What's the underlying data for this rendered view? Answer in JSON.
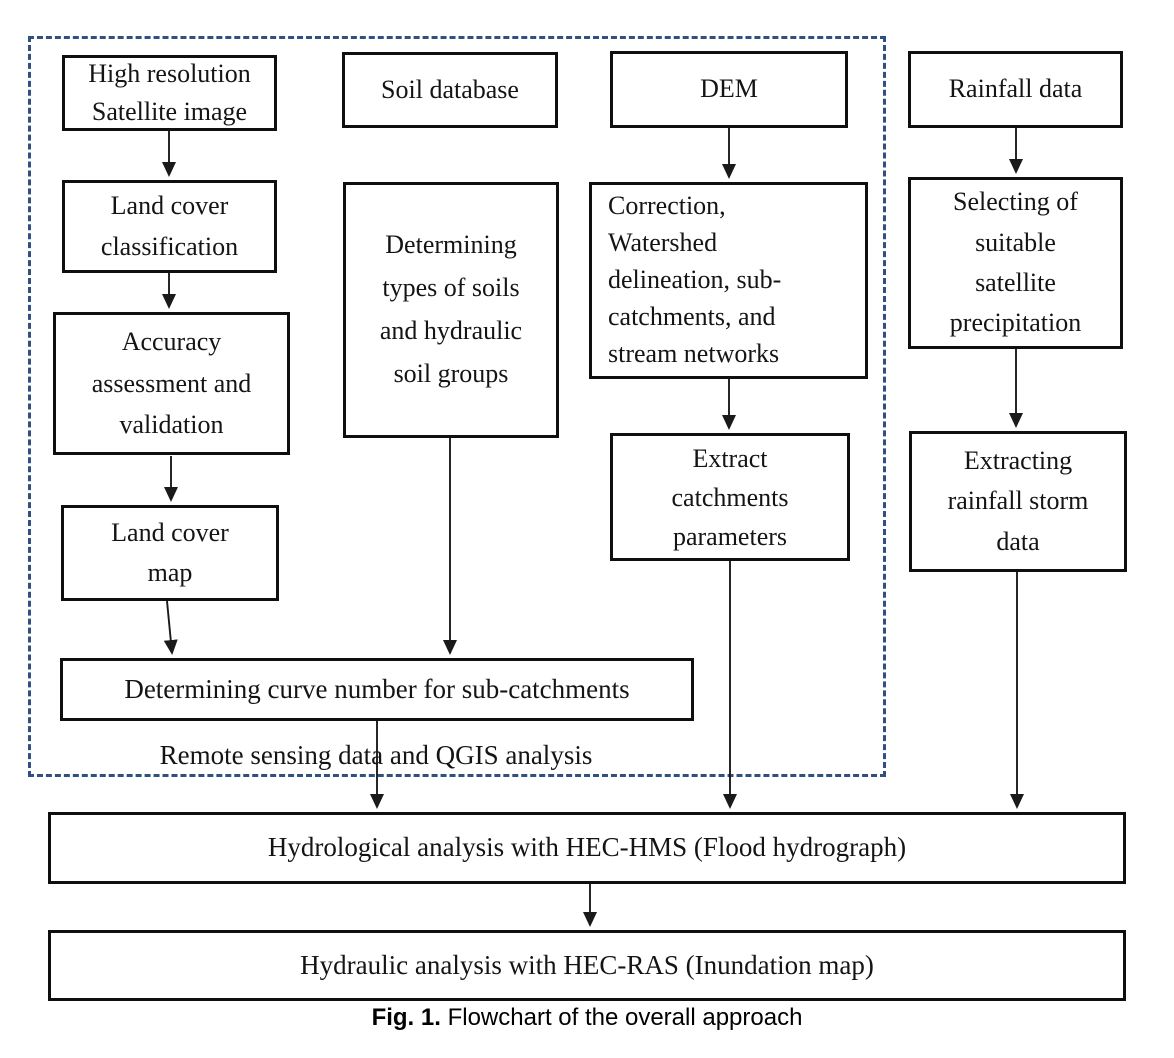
{
  "figure": {
    "caption_prefix": "Fig. 1.",
    "caption_text": "Flowchart of the overall approach",
    "group_label": "Remote sensing data and QGIS analysis"
  },
  "colors": {
    "dashed_border": "#31507f",
    "box_border": "#0f0f0f",
    "arrow": "#1a1a1a",
    "text": "#141414"
  },
  "nodes": {
    "satellite_image": "High resolution\nSatellite image",
    "land_cover_classification": "Land cover\nclassification",
    "accuracy_assessment": "Accuracy\nassessment and\nvalidation",
    "land_cover_map": "Land cover\nmap",
    "curve_number": "Determining curve number for sub-catchments",
    "soil_database": "Soil database",
    "soil_types": "Determining\ntypes of soils\nand hydraulic\nsoil groups",
    "dem": "DEM",
    "dem_processing": "Correction,\nWatershed\ndelineation, sub-\ncatchments, and\nstream networks",
    "extract_catchments": "Extract\ncatchments\nparameters",
    "rainfall_data": "Rainfall data",
    "selecting_precipitation": "Selecting of\nsuitable\nsatellite\nprecipitation",
    "extracting_rainfall_storm": "Extracting\nrainfall storm\ndata",
    "hec_hms": "Hydrological analysis with HEC-HMS (Flood hydrograph)",
    "hec_ras": "Hydraulic analysis with HEC-RAS (Inundation map)"
  }
}
